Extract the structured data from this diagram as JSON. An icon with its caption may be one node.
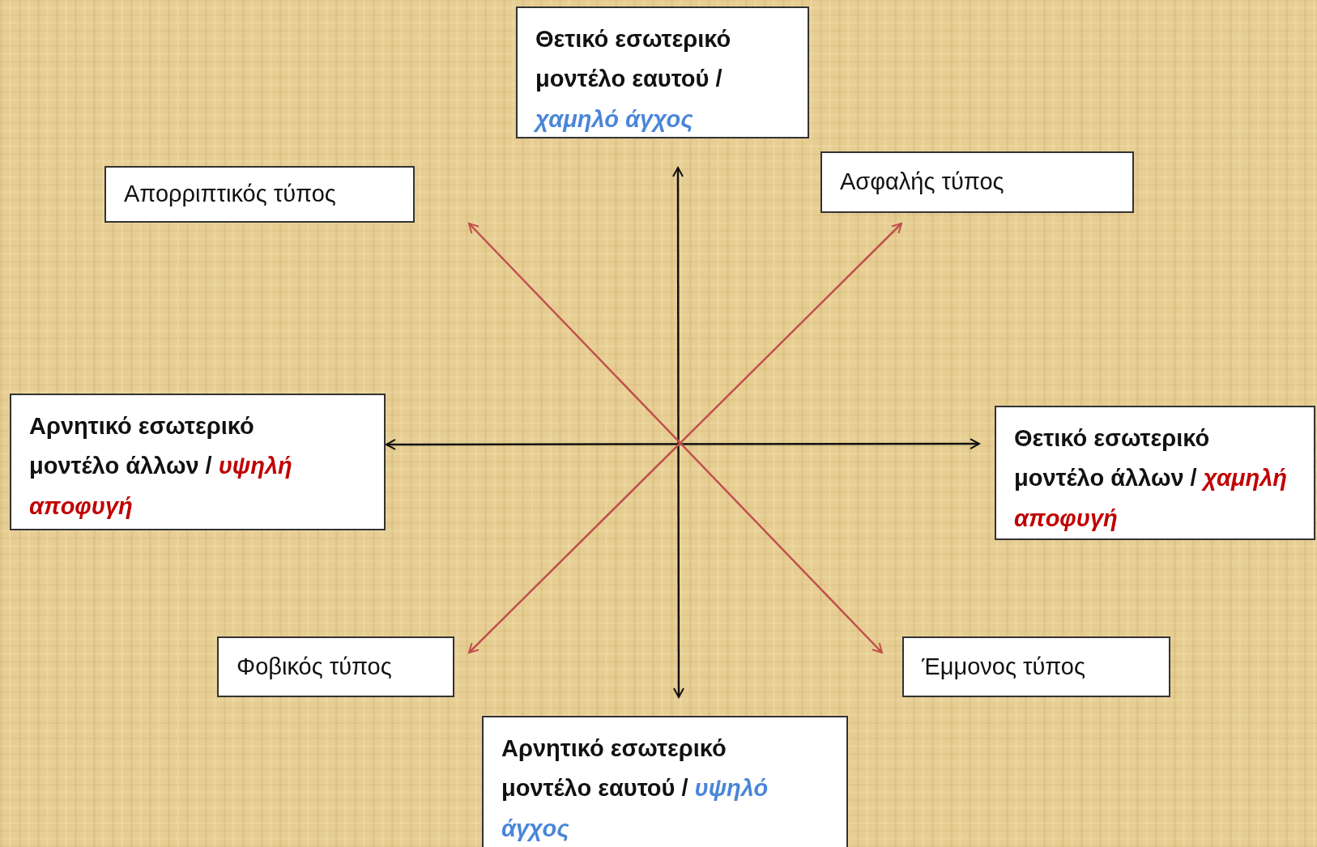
{
  "diagram": {
    "nodes": [
      {
        "text": [
          "Θετικό εσωτερικό μοντέλο εαυτού /",
          "χαμηλό άγχος"
        ]
      },
      {
        "text": [
          "Απορριπτικός τύπος"
        ]
      },
      {
        "text": [
          "Ασφαλής τύπος"
        ]
      },
      {
        "text": [
          "Αρνητικό εσωτερικό μοντέλο άλλων /",
          "υψηλή αποφυγή"
        ]
      },
      {
        "text": [
          "Θετικό εσωτερικό μοντέλο άλλων /",
          "χαμηλή αποφυγή"
        ]
      },
      {
        "text": [
          "Φοβικός τύπος"
        ]
      },
      {
        "text": [
          "Έμμονος τύπος"
        ]
      },
      {
        "text": [
          "Αρνητικό εσωτερικό μοντέλο εαυτού /",
          "υψηλό άγχος"
        ]
      }
    ],
    "edges": [
      {
        "from": 0,
        "to": 7,
        "arrow": "both"
      },
      {
        "from": 3,
        "to": 4,
        "arrow": "both"
      },
      {
        "from": 1,
        "to": 6,
        "arrow": "both",
        "color": "#c0504d"
      },
      {
        "from": 2,
        "to": 5,
        "arrow": "both",
        "color": "#c0504d"
      }
    ]
  }
}
